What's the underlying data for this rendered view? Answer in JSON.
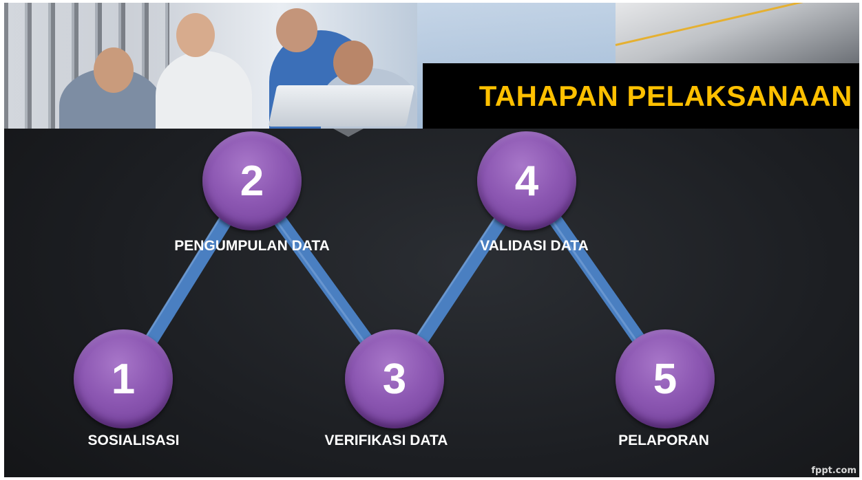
{
  "title": "TAHAPAN PELAKSANAAN",
  "colors": {
    "title": "#ffc000",
    "circle": "#8c57b2",
    "connector": "#4a7fc1",
    "label": "#ffffff",
    "background": "#1f2125"
  },
  "steps": [
    {
      "number": "1",
      "label": "SOSIALISASI"
    },
    {
      "number": "2",
      "label": "PENGUMPULAN DATA"
    },
    {
      "number": "3",
      "label": "VERIFIKASI DATA"
    },
    {
      "number": "4",
      "label": "VALIDASI DATA"
    },
    {
      "number": "5",
      "label": "PELAPORAN"
    }
  ],
  "watermark": "fppt.com"
}
